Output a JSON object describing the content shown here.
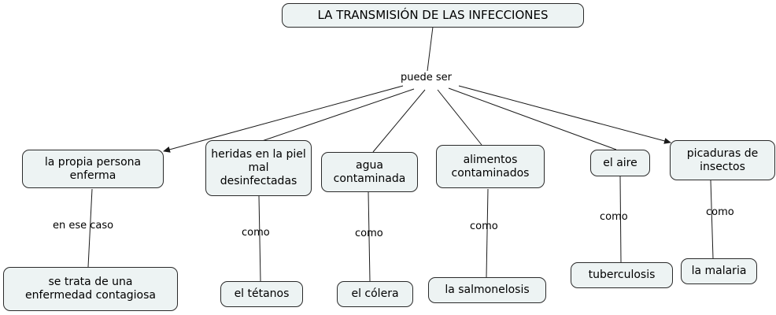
{
  "diagram_type": "concept-map",
  "style": {
    "node_fill": "#edf3f3",
    "node_border": "#2a2a2a",
    "line_color": "#1a1a1a",
    "background": "#ffffff"
  },
  "root": {
    "label": "LA TRANSMISIÓN DE LAS INFECCIONES",
    "linking_phrase": "puede ser"
  },
  "branches": [
    {
      "concept": "la propia persona enferma",
      "linking_phrase": "en ese caso",
      "example": "se trata de una enfermedad contagiosa"
    },
    {
      "concept": "heridas en la piel mal desinfectadas",
      "linking_phrase": "como",
      "example": "el tétanos"
    },
    {
      "concept": "agua contaminada",
      "linking_phrase": "como",
      "example": "el cólera"
    },
    {
      "concept": "alimentos contaminados",
      "linking_phrase": "como",
      "example": "la salmonelosis"
    },
    {
      "concept": "el aire",
      "linking_phrase": "como",
      "example": "tuberculosis"
    },
    {
      "concept": "picaduras de insectos",
      "linking_phrase": "como",
      "example": "la malaria"
    }
  ]
}
